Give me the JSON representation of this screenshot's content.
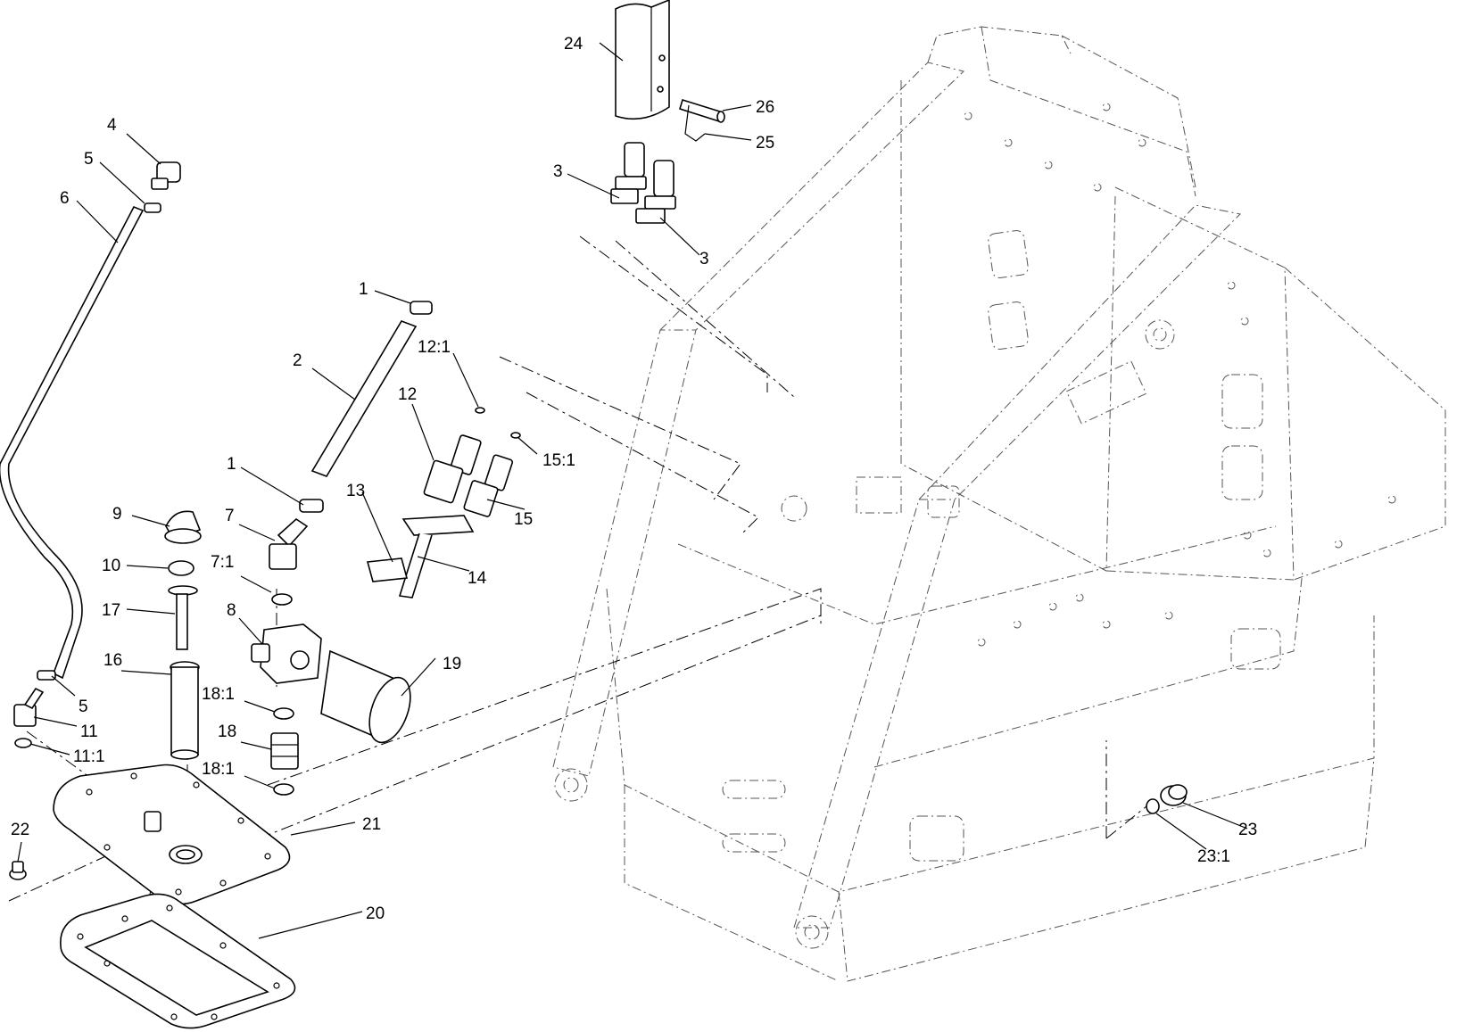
{
  "callouts": [
    {
      "id": "c24",
      "label": "24"
    },
    {
      "id": "c26",
      "label": "26"
    },
    {
      "id": "c25",
      "label": "25"
    },
    {
      "id": "c3a",
      "label": "3"
    },
    {
      "id": "c3b",
      "label": "3"
    },
    {
      "id": "c4",
      "label": "4"
    },
    {
      "id": "c5a",
      "label": "5"
    },
    {
      "id": "c6",
      "label": "6"
    },
    {
      "id": "c1a",
      "label": "1"
    },
    {
      "id": "c2",
      "label": "2"
    },
    {
      "id": "c12_1",
      "label": "12:1"
    },
    {
      "id": "c12",
      "label": "12"
    },
    {
      "id": "c15_1",
      "label": "15:1"
    },
    {
      "id": "c1b",
      "label": "1"
    },
    {
      "id": "c13",
      "label": "13"
    },
    {
      "id": "c15",
      "label": "15"
    },
    {
      "id": "c9",
      "label": "9"
    },
    {
      "id": "c7",
      "label": "7"
    },
    {
      "id": "c14",
      "label": "14"
    },
    {
      "id": "c10",
      "label": "10"
    },
    {
      "id": "c7_1",
      "label": "7:1"
    },
    {
      "id": "c17",
      "label": "17"
    },
    {
      "id": "c8",
      "label": "8"
    },
    {
      "id": "c16",
      "label": "16"
    },
    {
      "id": "c19",
      "label": "19"
    },
    {
      "id": "c18_1a",
      "label": "18:1"
    },
    {
      "id": "c5b",
      "label": "5"
    },
    {
      "id": "c11",
      "label": "11"
    },
    {
      "id": "c18",
      "label": "18"
    },
    {
      "id": "c11_1",
      "label": "11:1"
    },
    {
      "id": "c18_1b",
      "label": "18:1"
    },
    {
      "id": "c21",
      "label": "21"
    },
    {
      "id": "c22",
      "label": "22"
    },
    {
      "id": "c23",
      "label": "23"
    },
    {
      "id": "c23_1",
      "label": "23:1"
    },
    {
      "id": "c20",
      "label": "20"
    }
  ]
}
